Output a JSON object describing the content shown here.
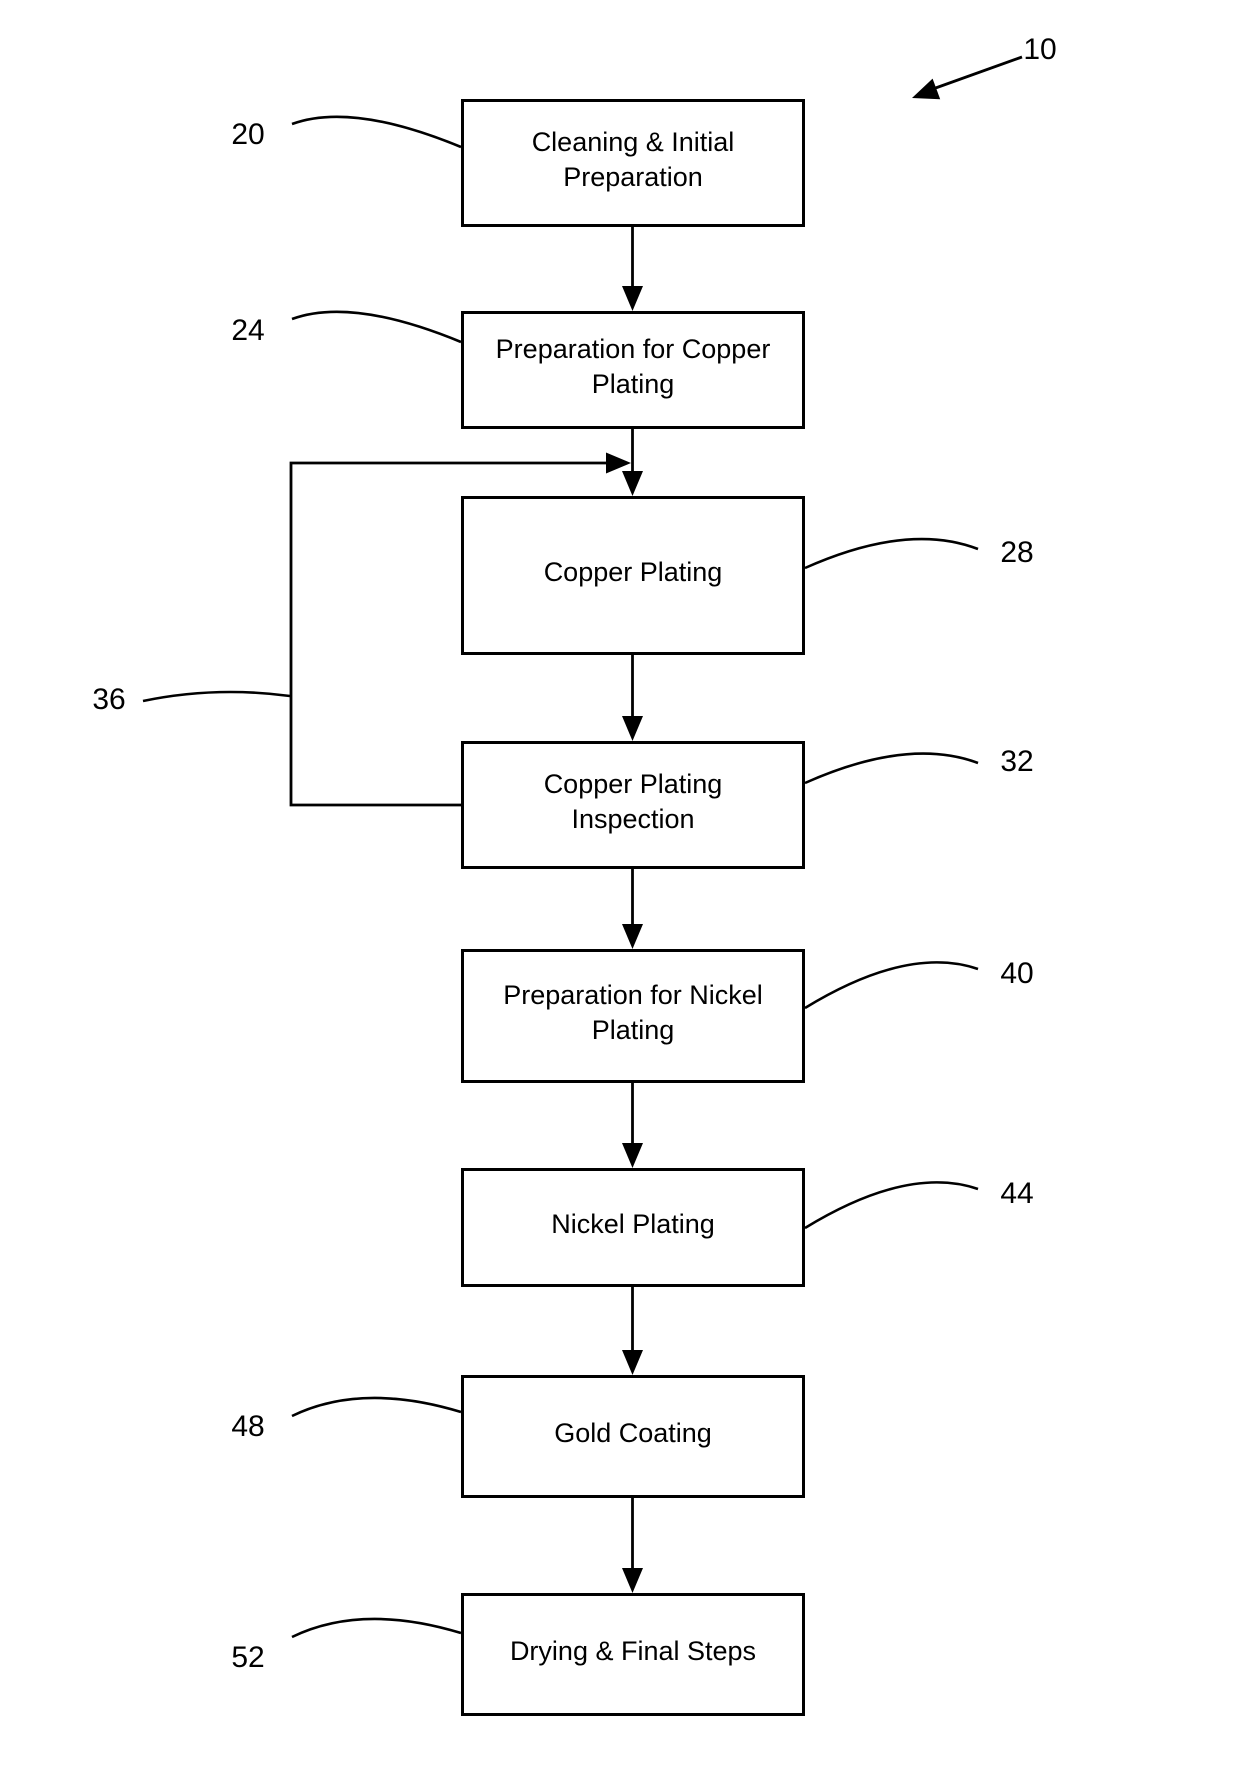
{
  "figure": {
    "reference_label": "10",
    "line_color": "#000000",
    "background_color": "#ffffff"
  },
  "steps": [
    {
      "ref": "20",
      "label": "Cleaning & Initial Preparation"
    },
    {
      "ref": "24",
      "label": "Preparation for Copper Plating"
    },
    {
      "ref": "28",
      "label": "Copper Plating"
    },
    {
      "ref": "32",
      "label": "Copper Plating Inspection"
    },
    {
      "ref": "40",
      "label": "Preparation for Nickel Plating"
    },
    {
      "ref": "44",
      "label": "Nickel Plating"
    },
    {
      "ref": "48",
      "label": "Gold Coating"
    },
    {
      "ref": "52",
      "label": "Drying & Final Steps"
    }
  ],
  "feedback_loop": {
    "ref": "36"
  }
}
